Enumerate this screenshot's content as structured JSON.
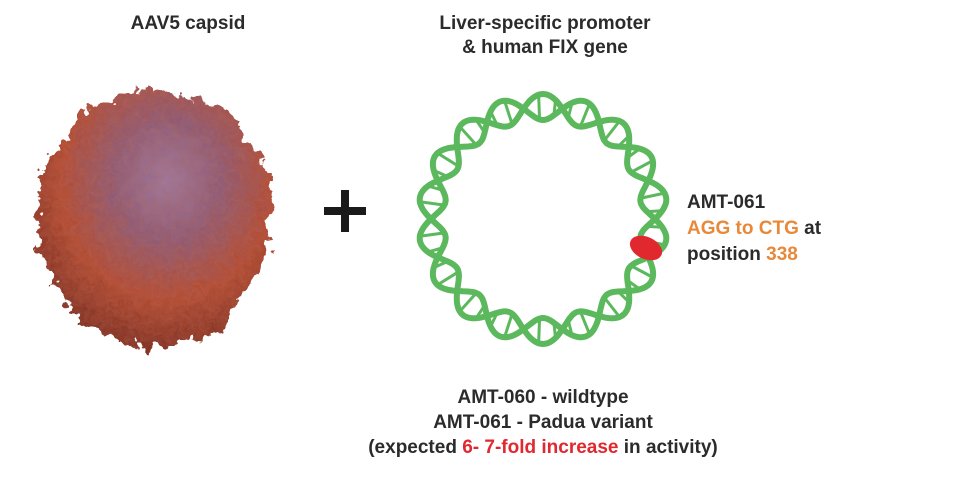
{
  "capsid": {
    "title": "AAV5 capsid"
  },
  "plasmid": {
    "title_line1": "Liver-specific promoter",
    "title_line2": "& human FIX gene"
  },
  "mutation_label": {
    "name": "AMT-061",
    "change": "AGG to CTG",
    "at": " at",
    "position_word": "position ",
    "position_number": "338"
  },
  "bottom": {
    "line1": "AMT-060 - wildtype",
    "line2": "AMT-061 - Padua variant",
    "line3_pre": "(expected ",
    "line3_highlight": "6- 7-fold increase",
    "line3_post": " in activity)"
  },
  "colors": {
    "text": "#2b2b2b",
    "orange": "#e8893a",
    "red": "#e0282e",
    "dna_green": "#5cb85c",
    "capsid_red": "#b8452f",
    "capsid_purple": "#7a5a8a"
  }
}
